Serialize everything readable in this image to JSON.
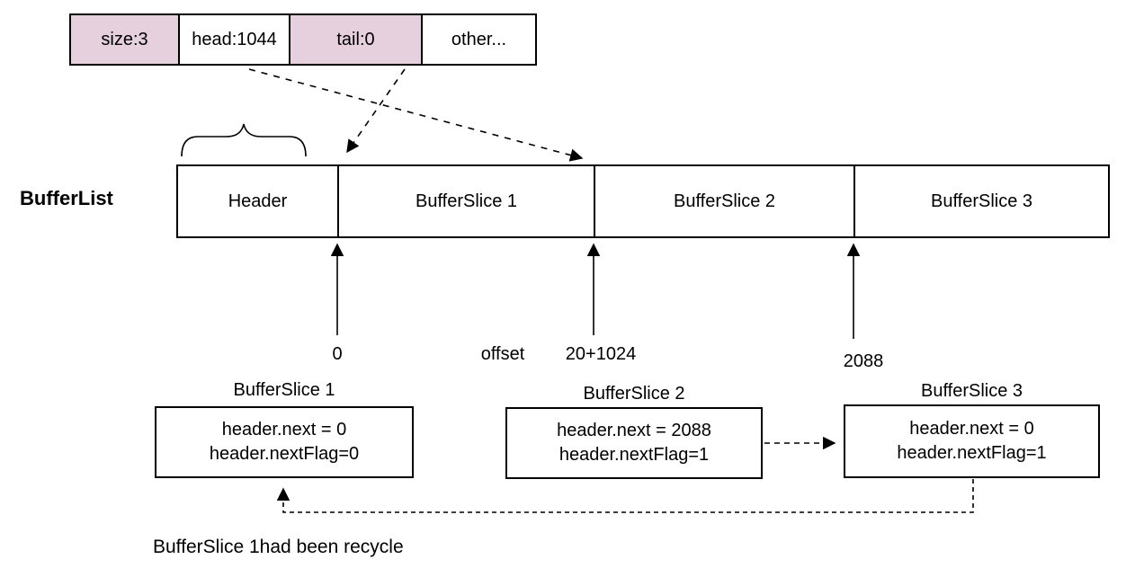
{
  "colors": {
    "pink_fill": "#e6d0de",
    "line": "#000000",
    "background": "#ffffff"
  },
  "header_table": {
    "cells": [
      {
        "label": "size:3",
        "highlighted": true
      },
      {
        "label": "head:1044",
        "highlighted": false
      },
      {
        "label": "tail:0",
        "highlighted": true
      },
      {
        "label": "other...",
        "highlighted": false
      }
    ]
  },
  "buffer_list": {
    "label": "BufferList",
    "segments": [
      {
        "label": "Header"
      },
      {
        "label": "BufferSlice 1"
      },
      {
        "label": "BufferSlice 2"
      },
      {
        "label": "BufferSlice 3"
      }
    ]
  },
  "offsets": {
    "axis_label": "offset",
    "values": [
      {
        "label": "0"
      },
      {
        "label": "20+1024"
      },
      {
        "label": "2088"
      }
    ]
  },
  "slices": [
    {
      "title": "BufferSlice 1",
      "line1": "header.next = 0",
      "line2": "header.nextFlag=0",
      "highlighted": true
    },
    {
      "title": "BufferSlice 2",
      "line1": "header.next = 2088",
      "line2": "header.nextFlag=1",
      "highlighted": false
    },
    {
      "title": "BufferSlice 3",
      "line1": "header.next = 0",
      "line2": "header.nextFlag=1",
      "highlighted": true
    }
  ],
  "footnote": "BufferSlice 1had been recycle"
}
